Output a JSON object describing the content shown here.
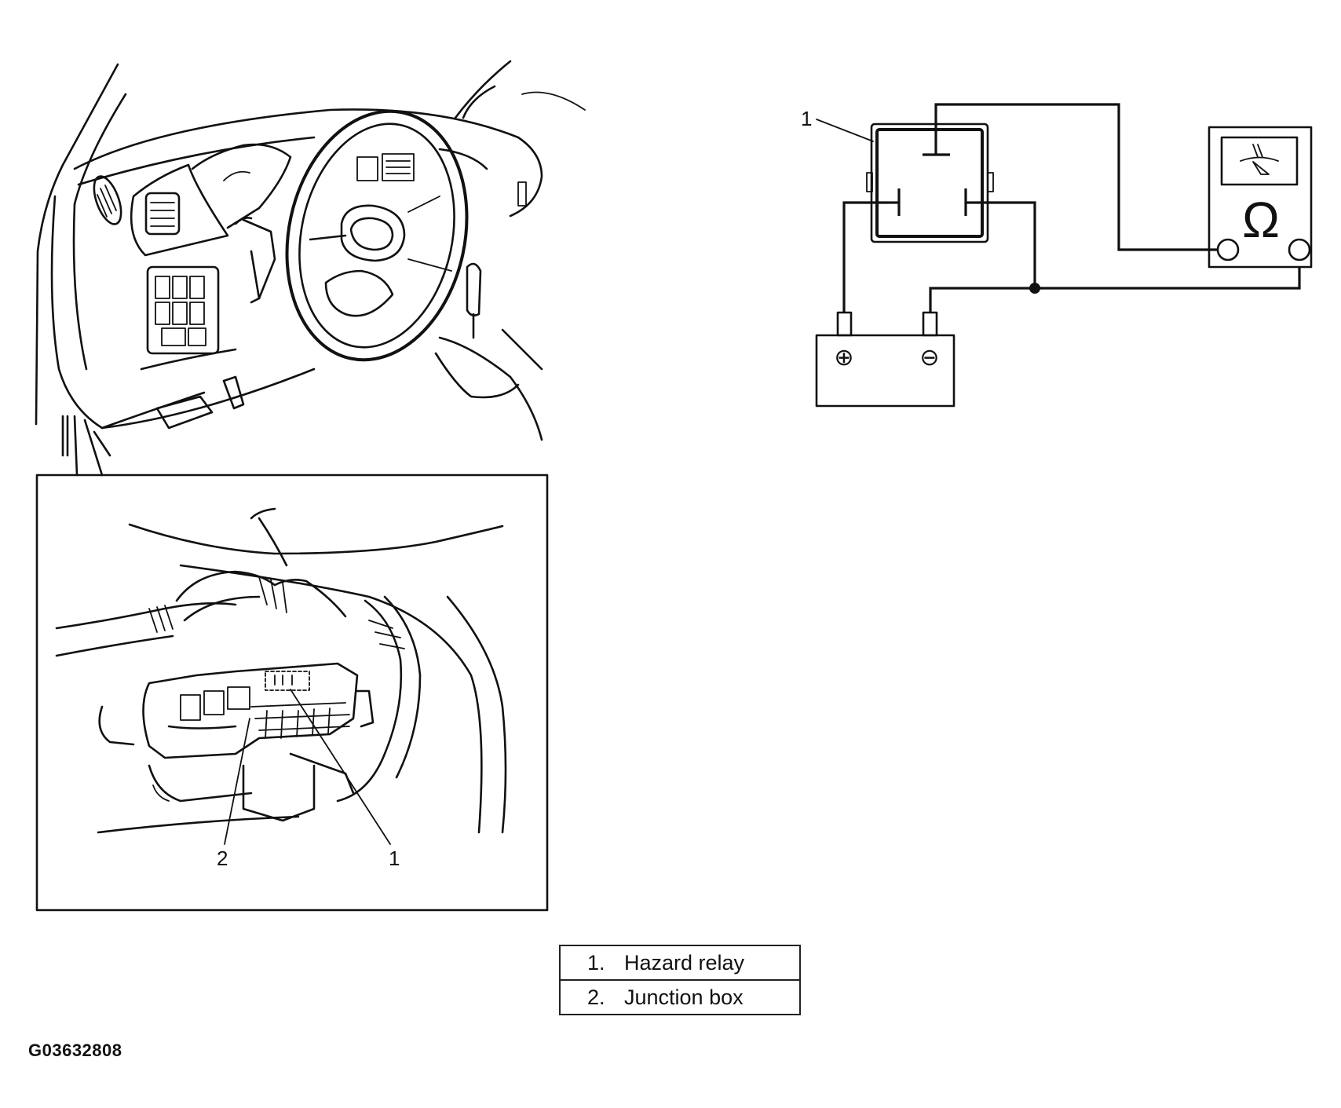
{
  "callouts": {
    "relay_number": "1",
    "junction_box_number": "2",
    "hazard_relay_number": "1"
  },
  "battery": {
    "positive_symbol": "⊕",
    "negative_symbol": "⊖"
  },
  "meter": {
    "unit_symbol": "Ω"
  },
  "legend": [
    {
      "number": "1.",
      "label": "Hazard relay"
    },
    {
      "number": "2.",
      "label": "Junction box"
    }
  ],
  "figure_code": "G03632808"
}
